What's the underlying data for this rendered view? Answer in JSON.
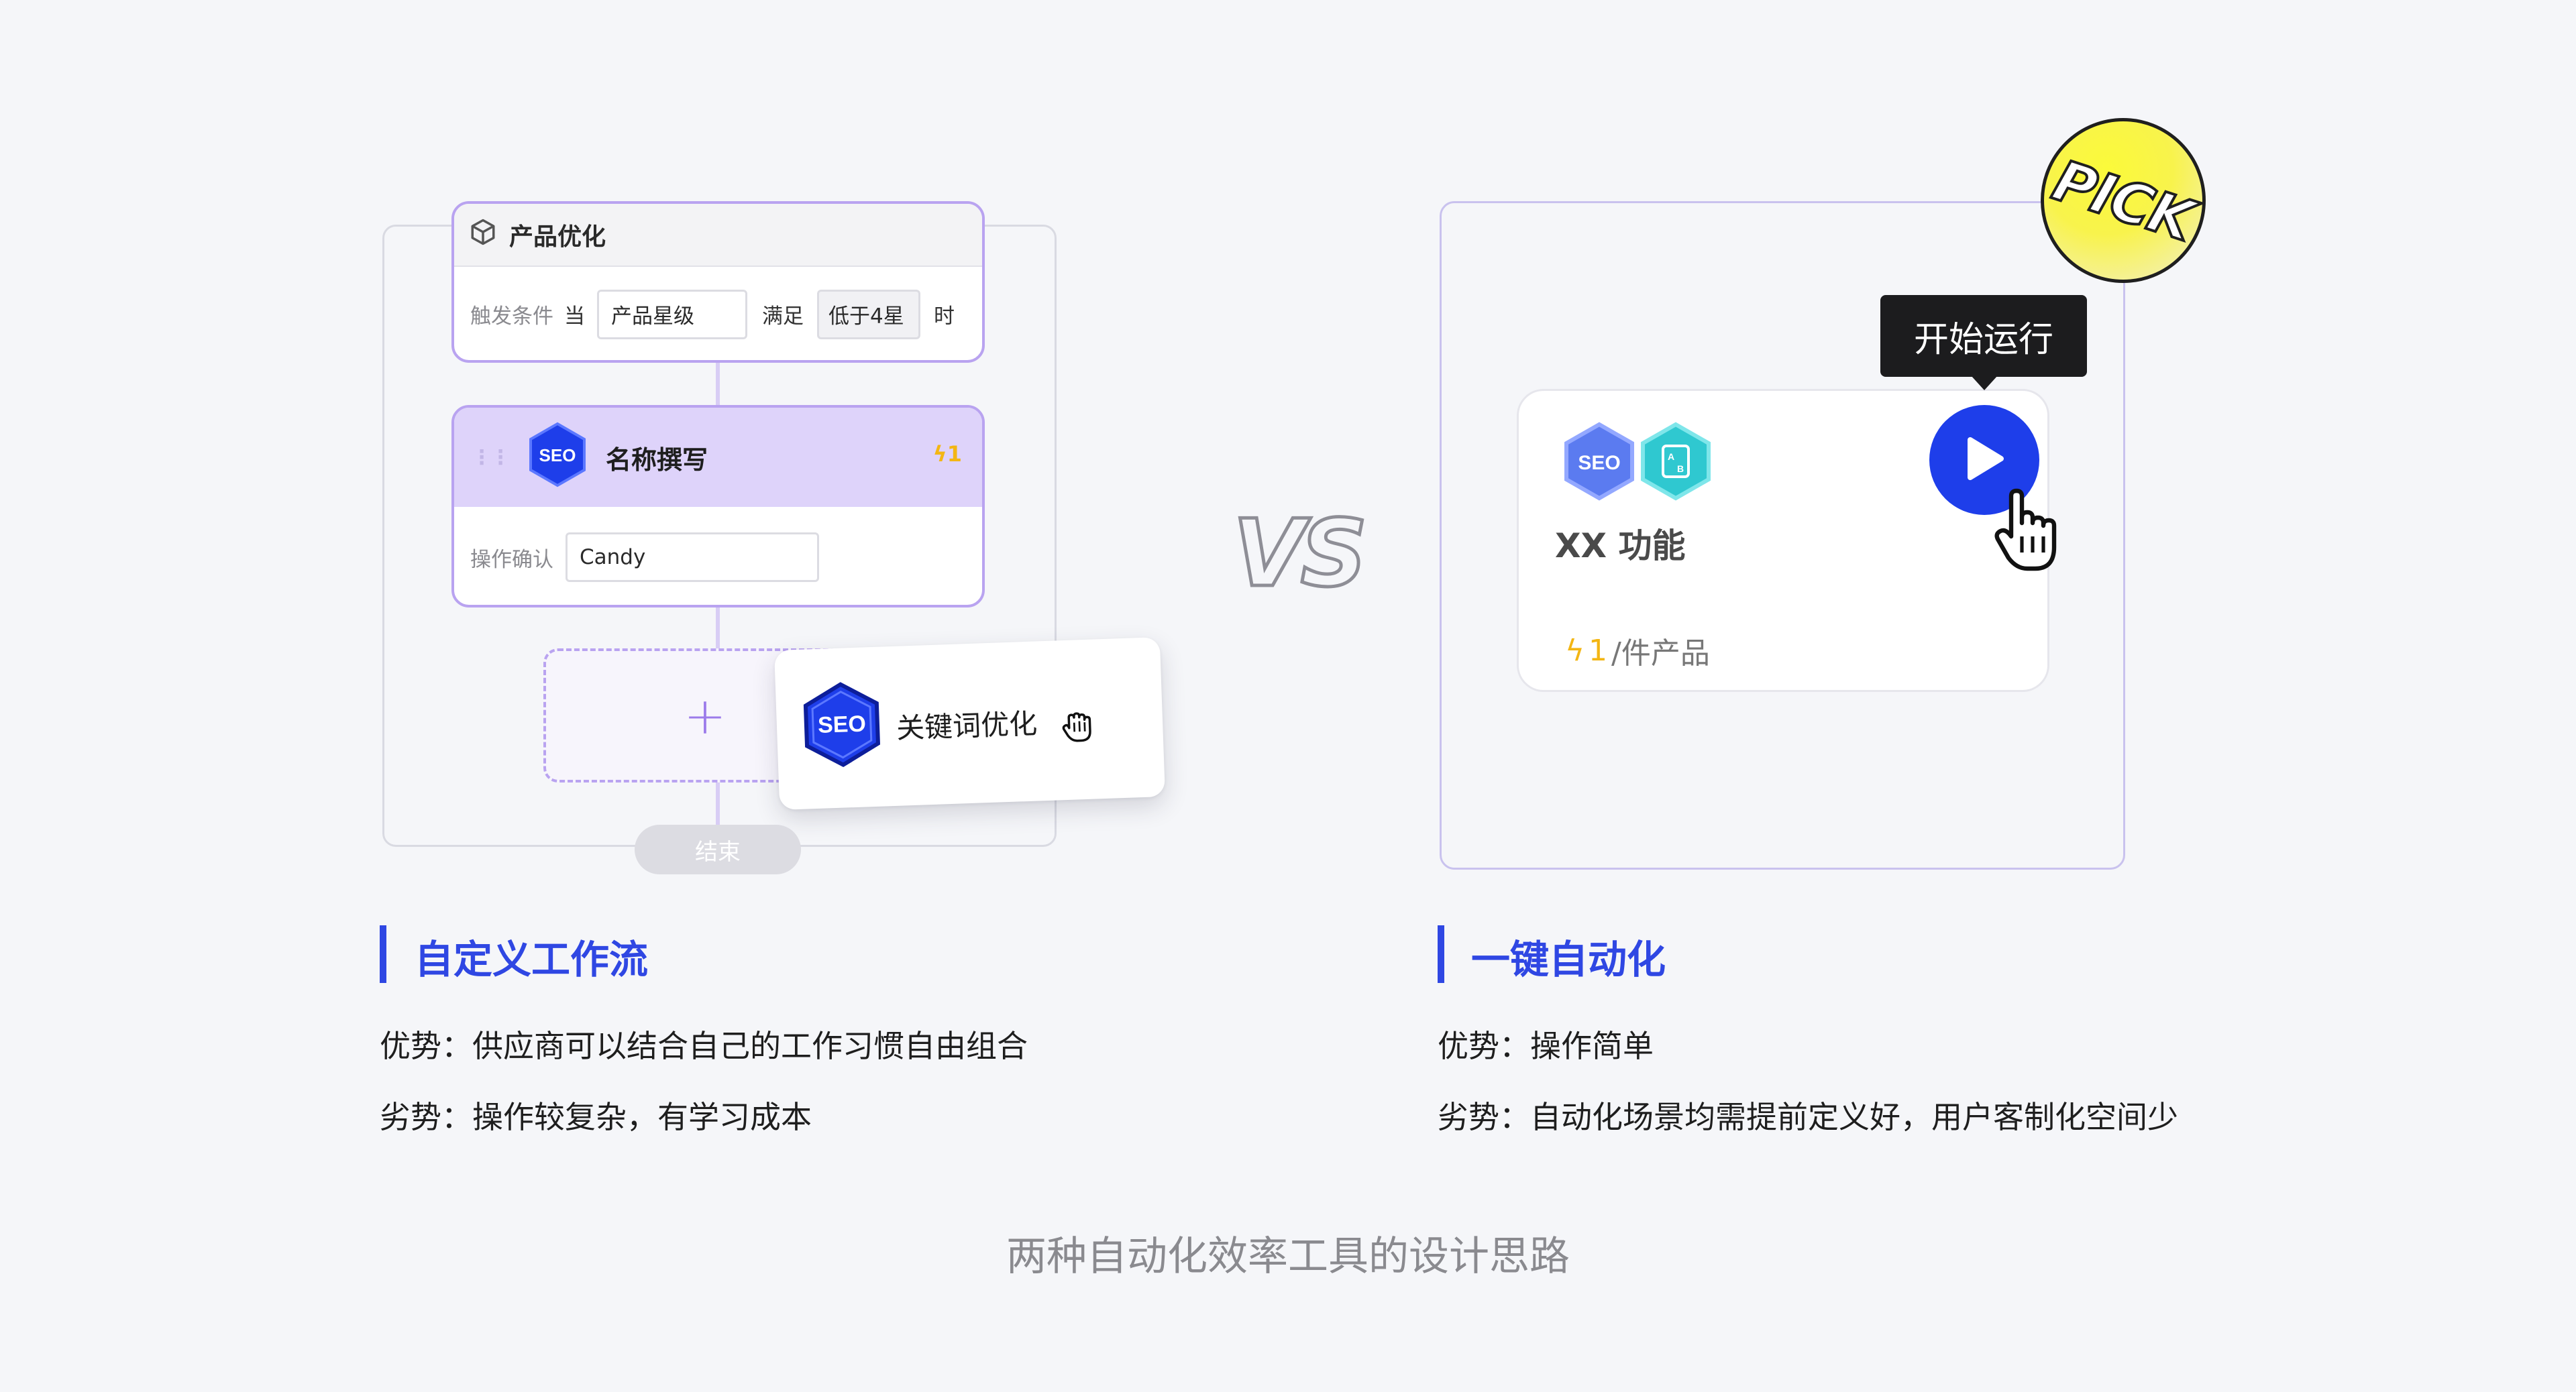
{
  "left_panel": {
    "card1": {
      "title": "产品优化",
      "trigger_label": "触发条件",
      "when": "当",
      "field1": "产品星级",
      "satisfies": "满足",
      "field2": "低于4星",
      "then": "时"
    },
    "card2": {
      "title": "名称撰写",
      "cost": "1",
      "confirm_label": "操作确认",
      "confirm_value": "Candy"
    },
    "popover_label": "关键词优化",
    "end_label": "结束",
    "seo_text": "SEO"
  },
  "vs_text": "VS",
  "right_panel": {
    "badge_text": "PICK",
    "tooltip": "开始运行",
    "feature_title": "XX 功能",
    "cost_value": "1",
    "cost_unit": "/件产品",
    "seo_text": "SEO"
  },
  "left_section": {
    "title": "自定义工作流",
    "advantage": "优势：供应商可以结合自己的工作习惯自由组合",
    "disadvantage": "劣势：操作较复杂，有学习成本"
  },
  "right_section": {
    "title": "一键自动化",
    "advantage": "优势：操作简单",
    "disadvantage": "劣势：自动化场景均需提前定义好，用户客制化空间少"
  },
  "caption": "两种自动化效率工具的设计思路",
  "colors": {
    "accent_blue": "#2F47E3",
    "play_blue": "#1E3EEA",
    "lavender": "#DED3FA",
    "border_purple": "#B9A3F0",
    "bolt_yellow": "#F3B614",
    "badge_yellow": "#F8F34C"
  }
}
